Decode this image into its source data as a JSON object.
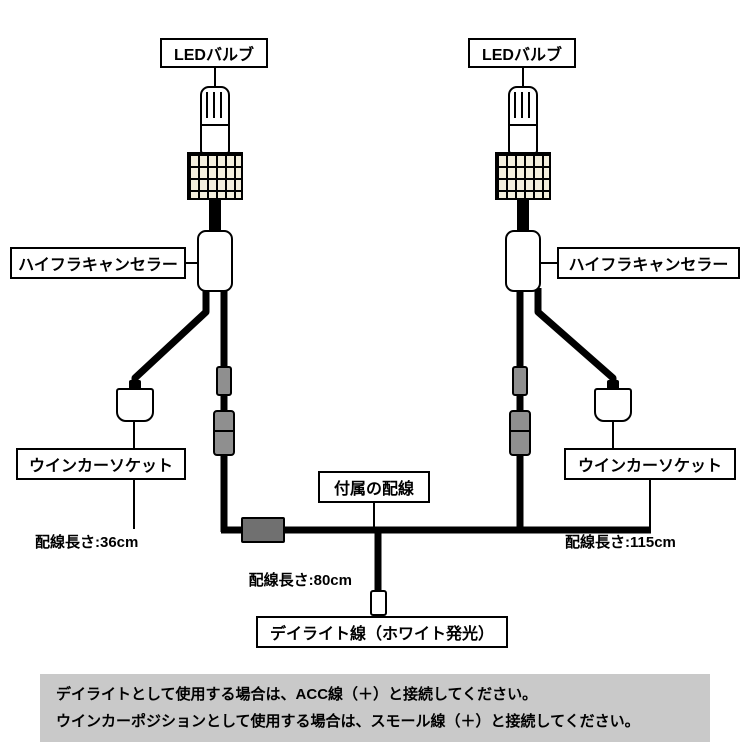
{
  "left": {
    "bulb_label": "LEDバルブ",
    "canceller_label": "ハイフラキャンセラー",
    "socket_label": "ウインカーソケット",
    "length_label": "配線長さ:36cm"
  },
  "right": {
    "bulb_label": "LEDバルブ",
    "canceller_label": "ハイフラキャンセラー",
    "socket_label": "ウインカーソケット",
    "length_label": "配線長さ:115cm"
  },
  "center": {
    "harness_label": "付属の配線",
    "length_label": "配線長さ:80cm",
    "daylight_label": "デイライト線（ホワイト発光）"
  },
  "footer": {
    "line1": "デイライトとして使用する場合は、ACC線（＋）と接続してください。",
    "line2": "ウインカーポジションとして使用する場合は、スモール線（＋）と接続してください。"
  },
  "colors": {
    "wire": "#000000",
    "connector_gray": "#8f8f8f",
    "junction_gray": "#707070",
    "heatsink_cell": "#f3eedc",
    "footer_bg": "#c9c9c9"
  }
}
